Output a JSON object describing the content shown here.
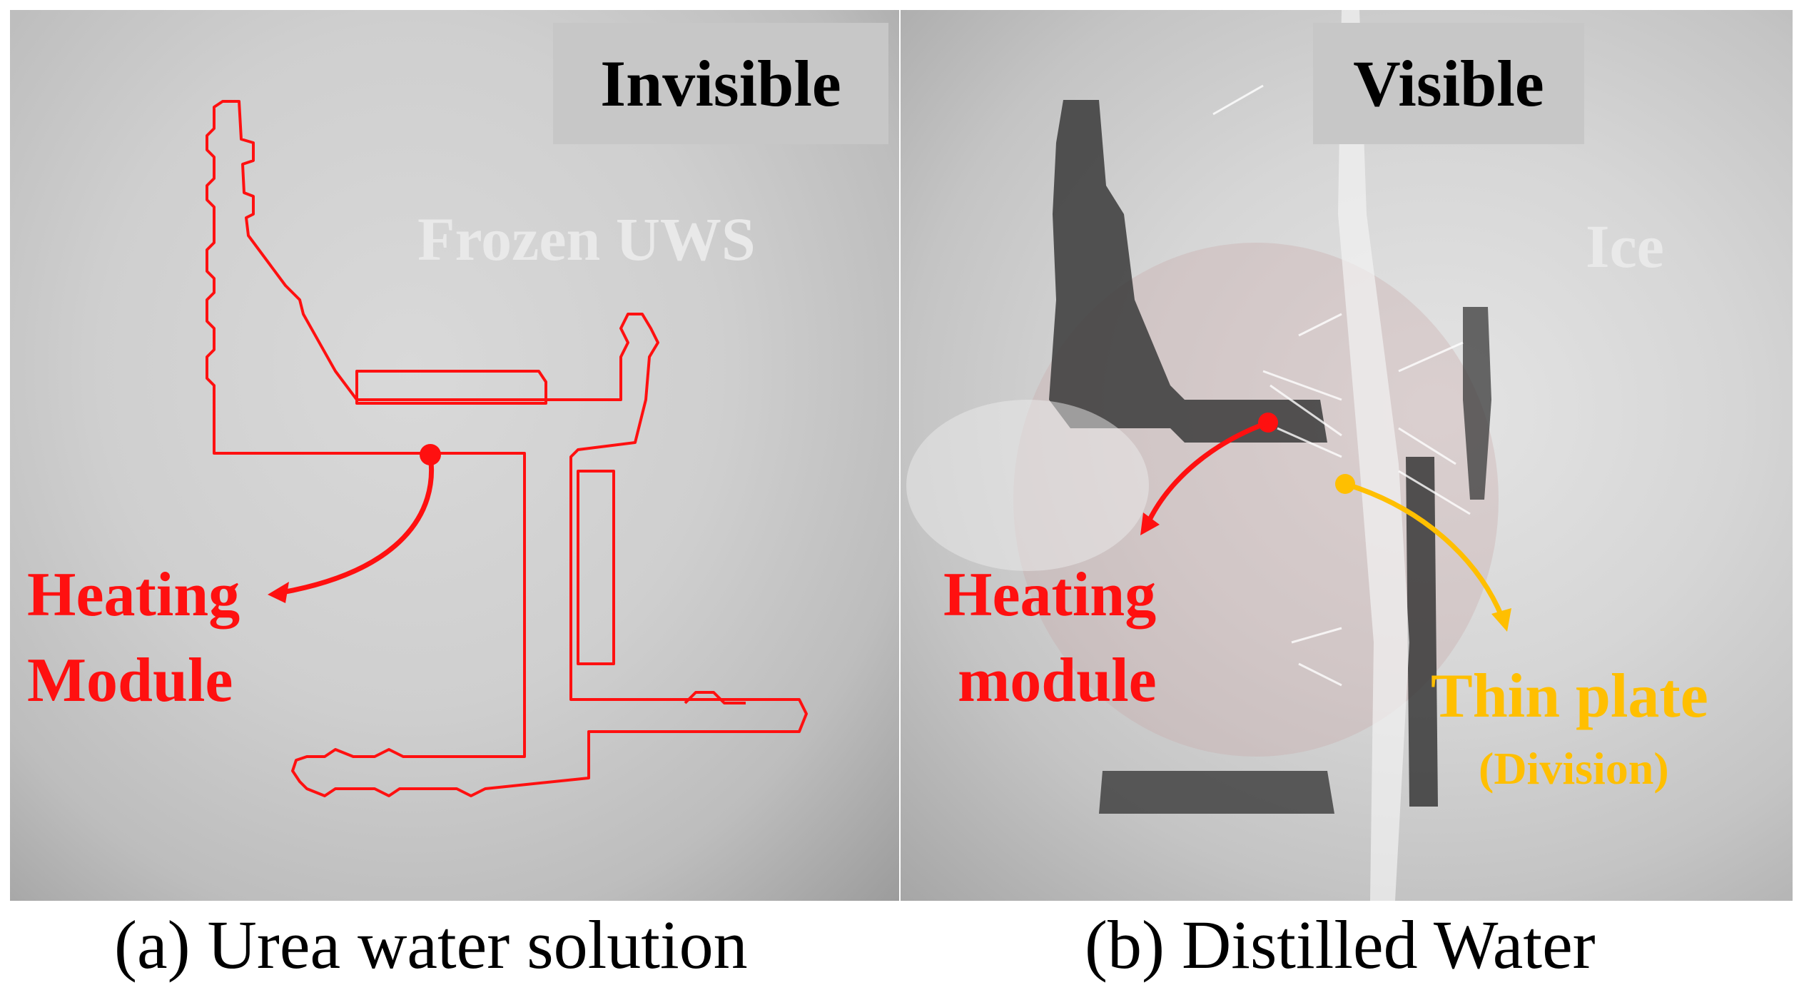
{
  "panel_a": {
    "label": "Invisible",
    "material": "Frozen UWS",
    "component_label": [
      "Heating",
      "Module"
    ],
    "caption": "(a) Urea water solution"
  },
  "panel_b": {
    "label": "Visible",
    "material": "Ice",
    "component_label": [
      "Heating",
      "module"
    ],
    "plate_label": "Thin plate",
    "plate_sublabel": "(Division)",
    "caption": "(b) Distilled Water"
  },
  "colors": {
    "heating_module": "#ff1010",
    "thin_plate": "#ffbf00",
    "label_box": "#c7c7c7",
    "ghost_text": "#e9e9e9"
  }
}
